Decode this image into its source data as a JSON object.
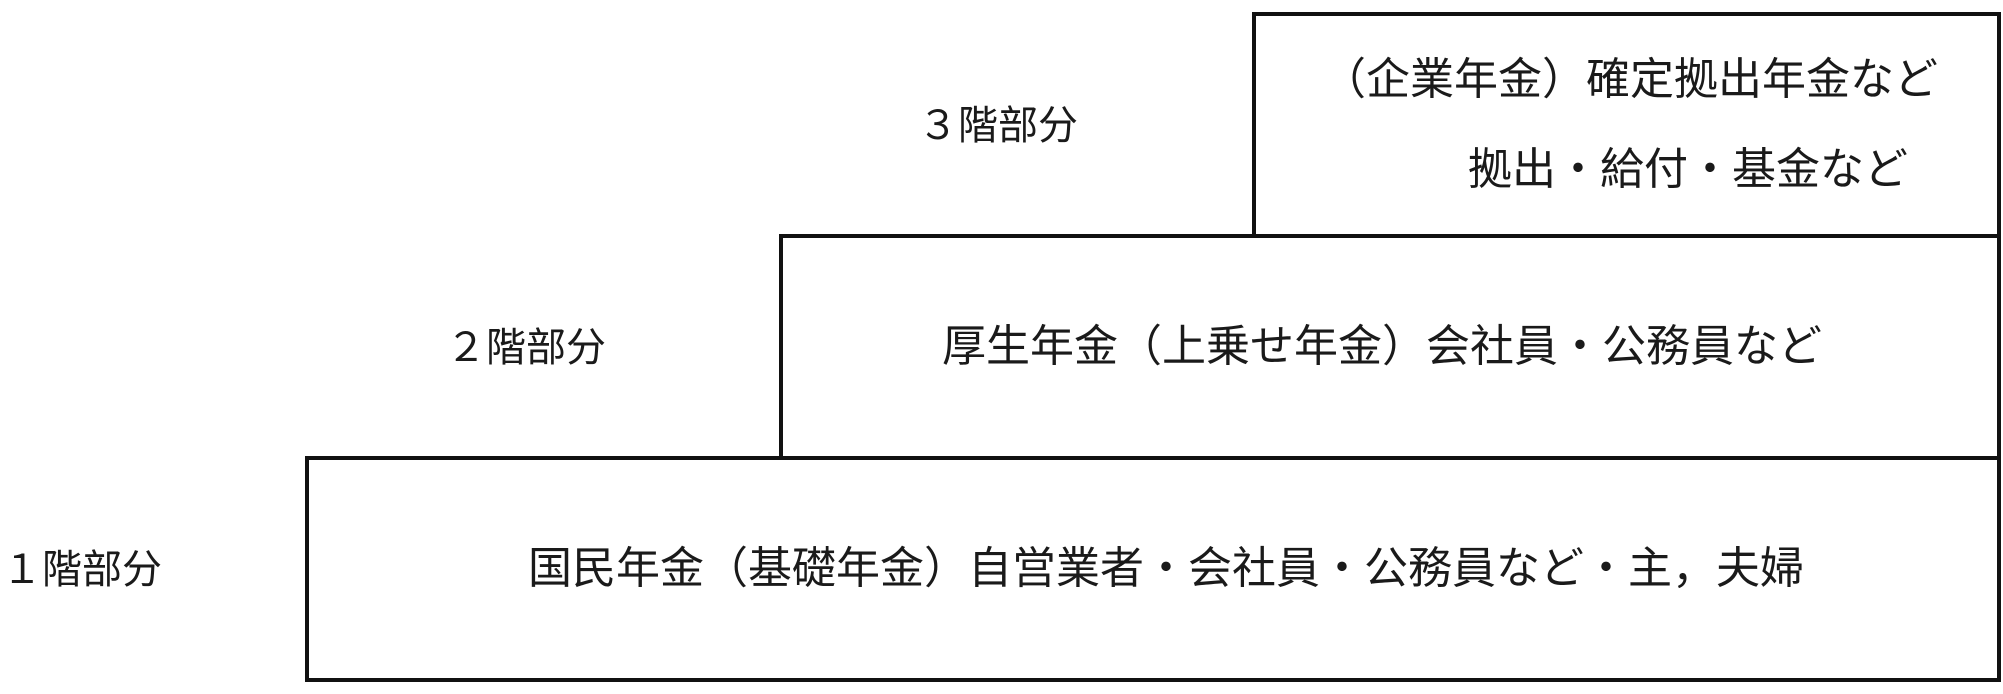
{
  "diagram": {
    "tiers": [
      {
        "level_label": "３階部分",
        "line1": "（企業年金）確定拠出年金など",
        "line2": "拠出・給付・基金など"
      },
      {
        "level_label": "２階部分",
        "line1": "厚生年金（上乗せ年金）会社員・公務員など"
      },
      {
        "level_label": "１階部分",
        "line1": "国民年金（基礎年金）自営業者・会社員・公務員など・主，夫婦"
      }
    ]
  }
}
